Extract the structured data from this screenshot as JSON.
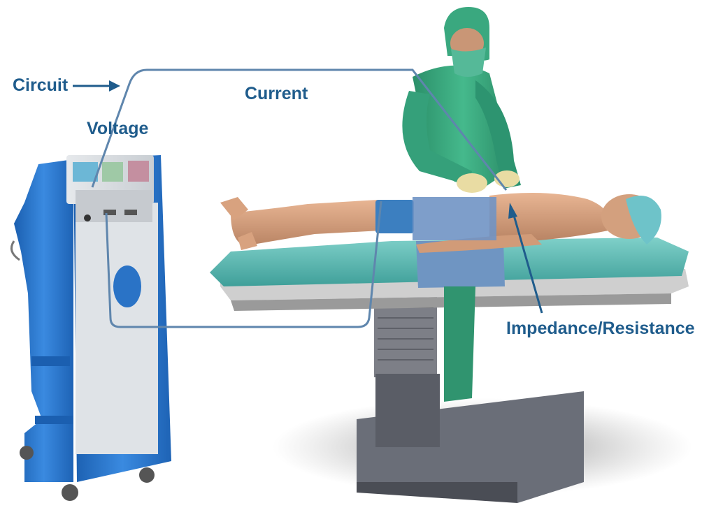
{
  "labels": {
    "circuit": "Circuit",
    "current": "Current",
    "voltage": "Voltage",
    "impedance": "Impedance/Resistance"
  },
  "colors": {
    "label_text": "#1f5c8c",
    "circuit_line": "#5f86ad",
    "generator_blue": "#2f78c8",
    "scrubs": "#37a67c",
    "drape": "#6f95c2",
    "table_pad": "#5fb7b0"
  },
  "icons": {
    "circuit_arrow": "arrow-right-icon",
    "impedance_pointer": "arrow-up-left-icon"
  }
}
